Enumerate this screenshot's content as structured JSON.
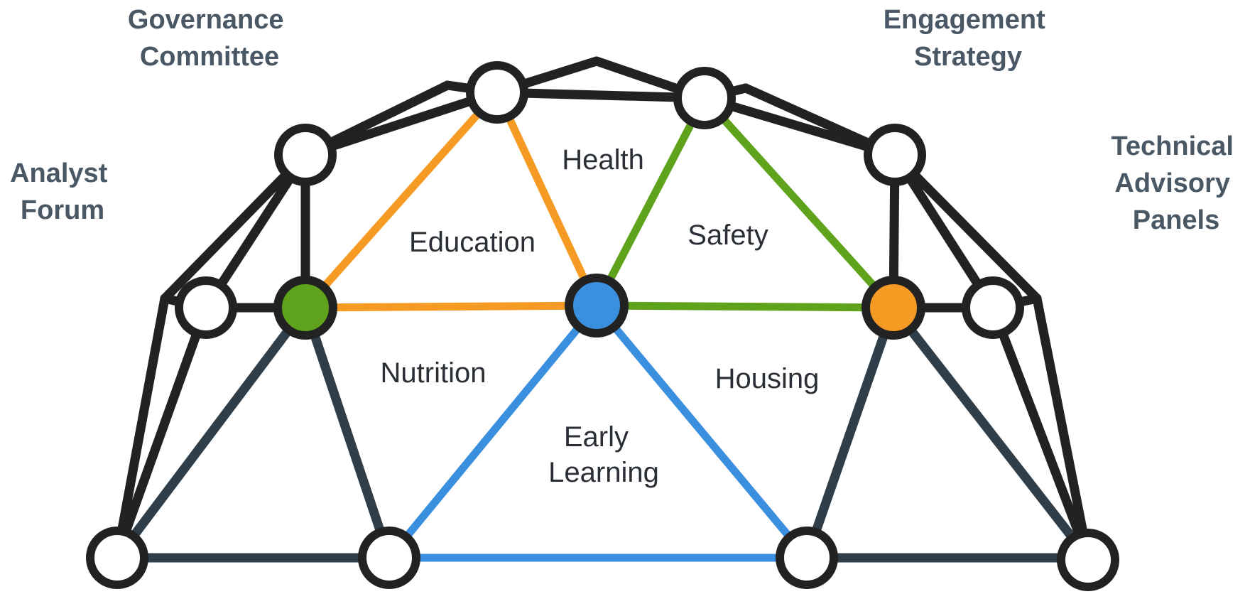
{
  "colors": {
    "frame": "#222222",
    "slate": "#2f3e48",
    "orange": "#f59a23",
    "green": "#5ea31b",
    "blue": "#3a8fde",
    "corner_label": "#4a5866",
    "region_label": "#2a2f36",
    "node_fill": "#ffffff"
  },
  "corner_labels": {
    "governance": [
      "Governance",
      "Committee"
    ],
    "engagement": [
      "Engagement",
      "Strategy"
    ],
    "analyst": [
      "Analyst",
      "Forum"
    ],
    "technical": [
      "Technical",
      "Advisory",
      "Panels"
    ]
  },
  "regions": {
    "health": "Health",
    "education": "Education",
    "safety": "Safety",
    "nutrition": "Nutrition",
    "housing": "Housing",
    "early_learning": [
      "Early",
      "Learning"
    ]
  }
}
